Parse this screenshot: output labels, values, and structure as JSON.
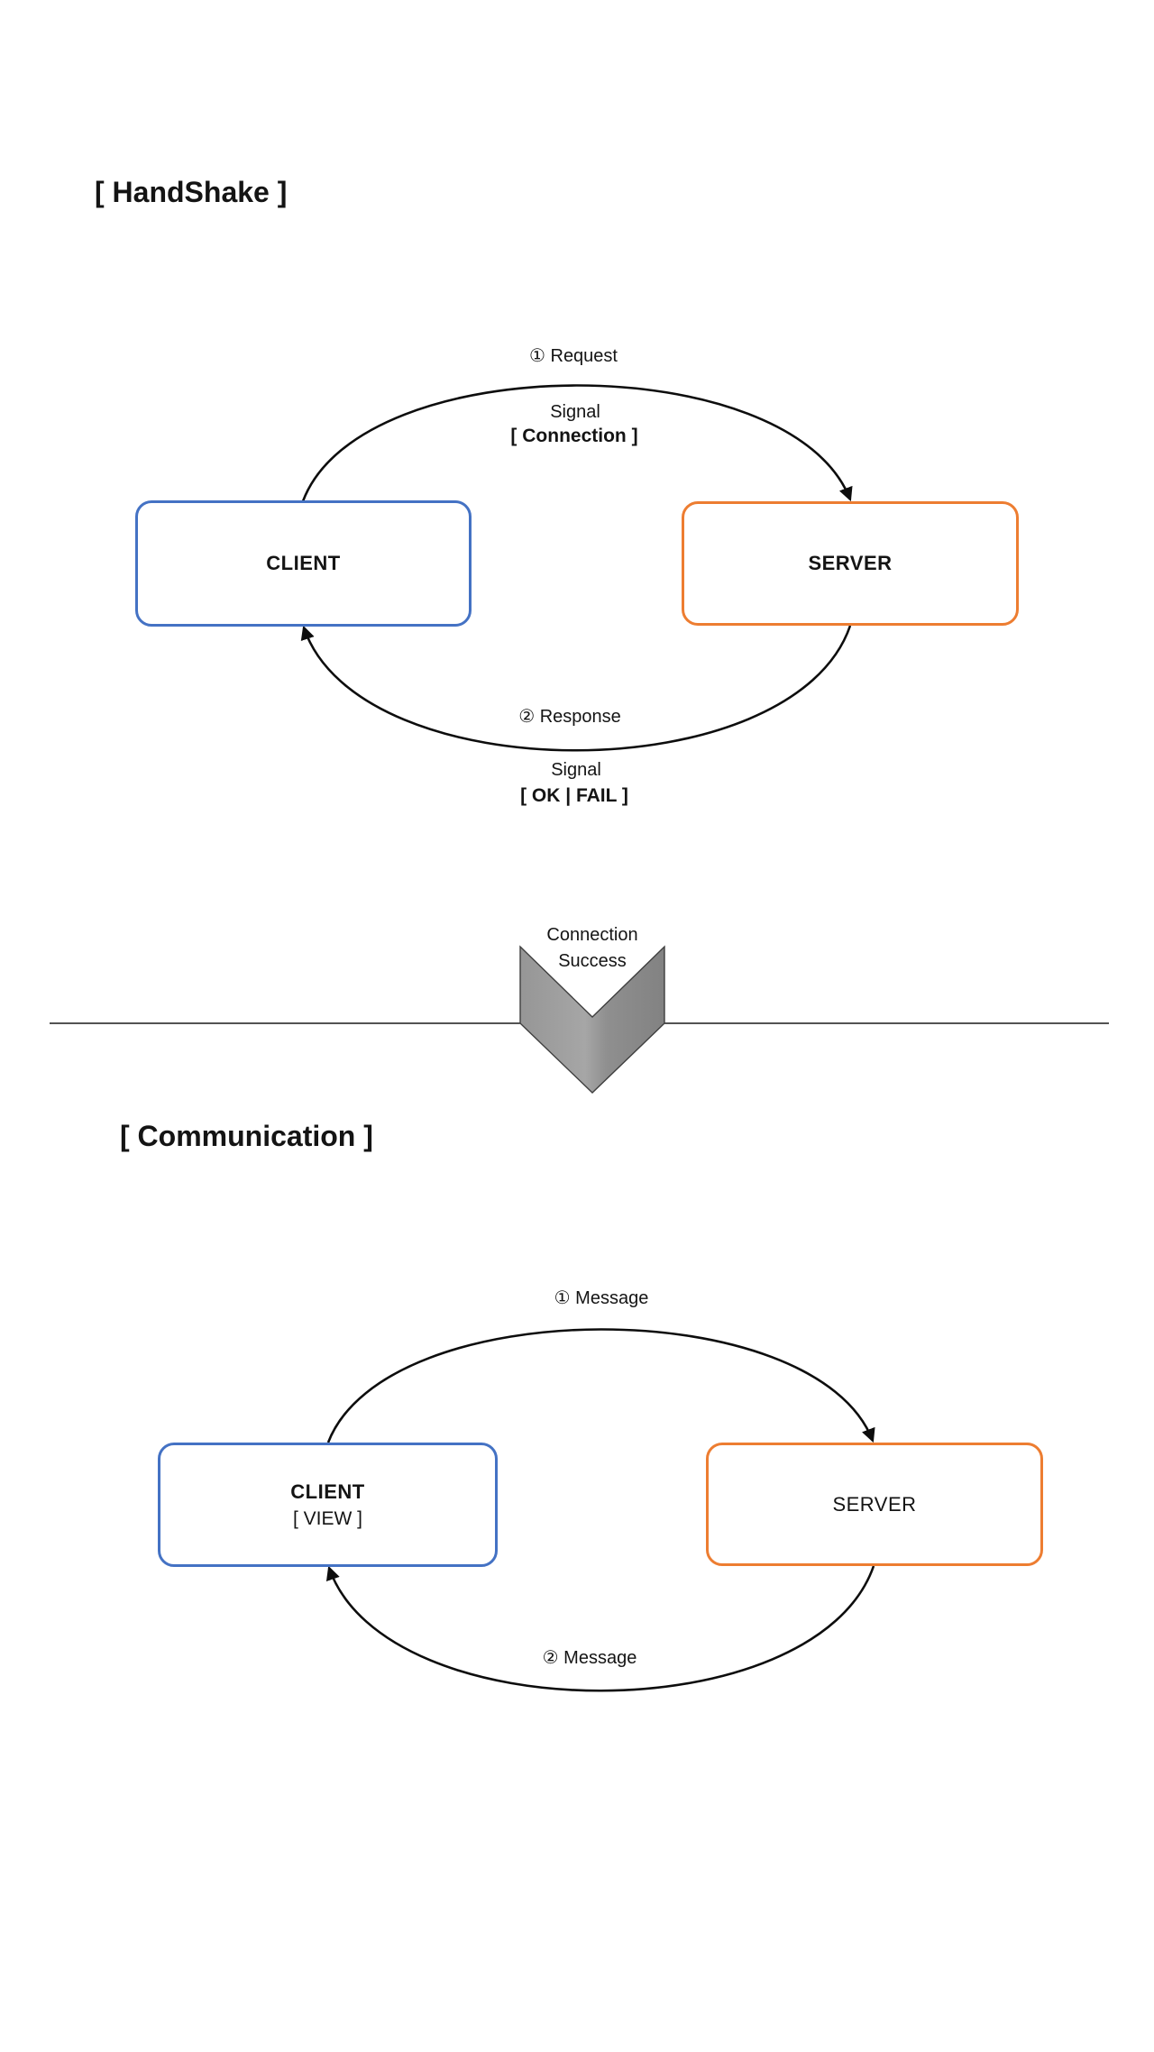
{
  "handshake": {
    "title": "[ HandShake ]",
    "client_label": "CLIENT",
    "server_label": "SERVER",
    "top_arrow_label": "① Request",
    "top_signal_line1": "Signal",
    "top_signal_line2": "[ Connection ]",
    "bottom_arrow_label": "② Response",
    "bottom_signal_line1": "Signal",
    "bottom_signal_line2": "[ OK | FAIL ]"
  },
  "transition": {
    "caption_line1": "Connection",
    "caption_line2": "Success"
  },
  "communication": {
    "title": "[ Communication ]",
    "client_label": "CLIENT",
    "client_sublabel": "[ VIEW ]",
    "server_label": "SERVER",
    "top_arrow_label": "① Message",
    "bottom_arrow_label": "② Message"
  },
  "colors": {
    "client_border": "#4472C4",
    "server_border": "#ED7D31",
    "arc_stroke": "#0d0d0d",
    "chevron_fill_light": "#a3a3a3",
    "chevron_fill_dark": "#828282",
    "divider_line": "#1a1a1a"
  }
}
